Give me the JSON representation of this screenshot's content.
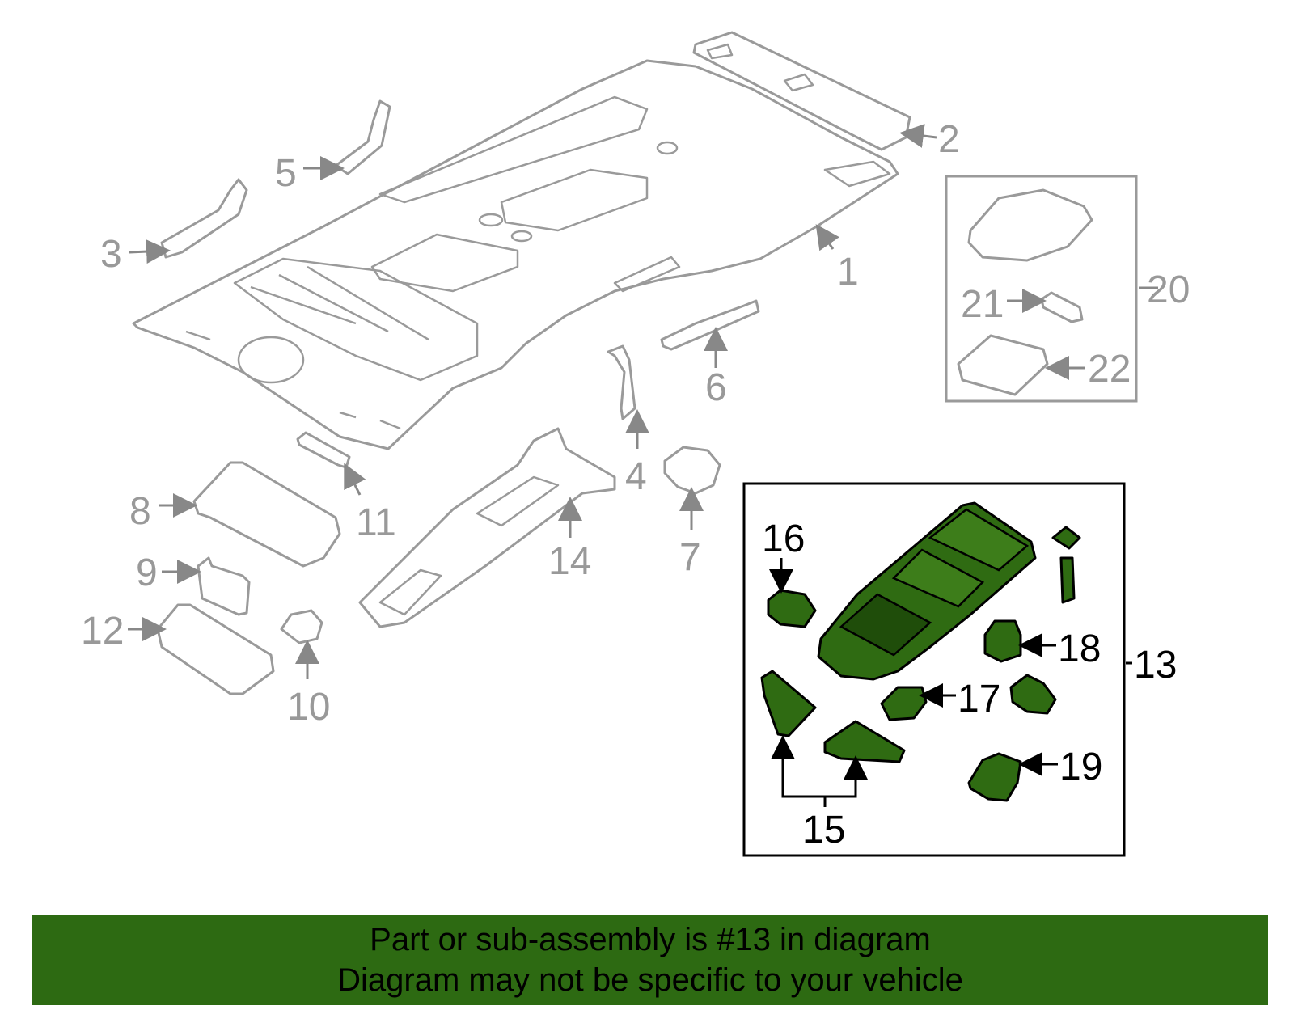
{
  "callouts": {
    "c1": "1",
    "c2": "2",
    "c3": "3",
    "c4": "4",
    "c5": "5",
    "c6": "6",
    "c7": "7",
    "c8": "8",
    "c9": "9",
    "c10": "10",
    "c11": "11",
    "c12": "12",
    "c13": "13",
    "c14": "14",
    "c15": "15",
    "c16": "16",
    "c17": "17",
    "c18": "18",
    "c19": "19",
    "c20": "20",
    "c21": "21",
    "c22": "22"
  },
  "banner": {
    "line1": "Part or sub-assembly is #13 in diagram",
    "line2": "Diagram may not be specific to your vehicle"
  },
  "colors": {
    "highlight": "#2f6b12",
    "banner_bg": "#2d6a12",
    "line_gray": "#9a9a9a"
  }
}
